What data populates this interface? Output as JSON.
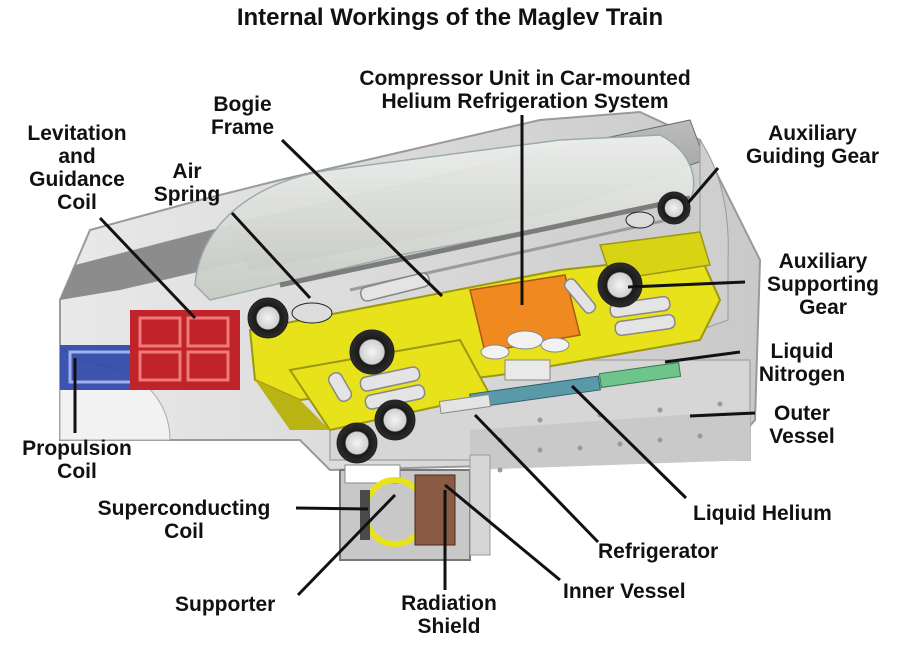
{
  "title": "Internal Workings of the Maglev Train",
  "labels": {
    "levitation": "Levitation\nand\nGuidance\nCoil",
    "air_spring": "Air\nSpring",
    "bogie_frame": "Bogie\nFrame",
    "compressor": "Compressor Unit in Car-mounted\nHelium Refrigeration System",
    "aux_guiding": "Auxiliary\nGuiding Gear",
    "aux_supporting": "Auxiliary\nSupporting\nGear",
    "liquid_nitrogen": "Liquid\nNitrogen",
    "outer_vessel": "Outer\nVessel",
    "propulsion": "Propulsion\nCoil",
    "superconducting": "Superconducting\nCoil",
    "liquid_helium": "Liquid Helium",
    "refrigerator": "Refrigerator",
    "supporter": "Supporter",
    "radiation_shield": "Radiation\nShield",
    "inner_vessel": "Inner Vessel"
  },
  "colors": {
    "frame_yellow": "#e8e21a",
    "compressor_orange": "#f08a20",
    "coil_red": "#c0242a",
    "propulsion_blue": "#2a44a8",
    "nitrogen_green": "#6ec48a",
    "helium_teal": "#5a9aa8",
    "body_grey": "#d8d8d8"
  }
}
